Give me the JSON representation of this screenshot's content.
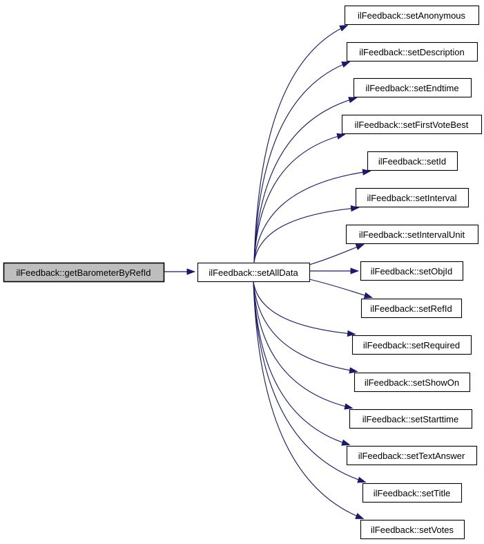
{
  "diagram": {
    "type": "doxygen-call-graph",
    "background": "#ffffff",
    "edge_color": "#191970",
    "text_color": "#000000",
    "root": {
      "label": "ilFeedback::getBarometerByRefId",
      "fill": "#bebebe",
      "border": "#000000"
    },
    "hub": {
      "label": "ilFeedback::setAllData",
      "fill": "#ffffff",
      "border": "#000000"
    },
    "callees": [
      {
        "label": "ilFeedback::setAnonymous"
      },
      {
        "label": "ilFeedback::setDescription"
      },
      {
        "label": "ilFeedback::setEndtime"
      },
      {
        "label": "ilFeedback::setFirstVoteBest"
      },
      {
        "label": "ilFeedback::setId"
      },
      {
        "label": "ilFeedback::setInterval"
      },
      {
        "label": "ilFeedback::setIntervalUnit"
      },
      {
        "label": "ilFeedback::setObjId"
      },
      {
        "label": "ilFeedback::setRefId"
      },
      {
        "label": "ilFeedback::setRequired"
      },
      {
        "label": "ilFeedback::setShowOn"
      },
      {
        "label": "ilFeedback::setStarttime"
      },
      {
        "label": "ilFeedback::setTextAnswer"
      },
      {
        "label": "ilFeedback::setTitle"
      },
      {
        "label": "ilFeedback::setVotes"
      }
    ]
  }
}
